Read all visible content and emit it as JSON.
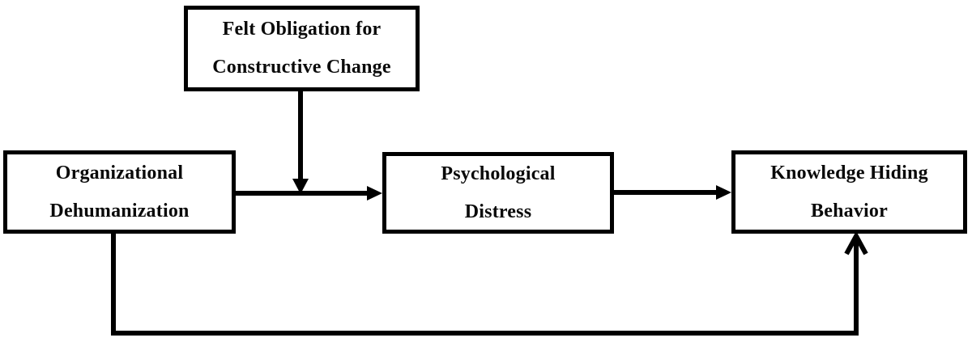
{
  "diagram": {
    "boxes": {
      "moderator": {
        "line1": "Felt Obligation for",
        "line2": "Constructive Change"
      },
      "independent": {
        "line1": "Organizational",
        "line2": "Dehumanization"
      },
      "mediator": {
        "line1": "Psychological",
        "line2": "Distress"
      },
      "dependent": {
        "line1": "Knowledge Hiding",
        "line2": "Behavior"
      }
    },
    "relations": [
      "Organizational Dehumanization -> Psychological Distress",
      "Psychological Distress -> Knowledge Hiding Behavior",
      "Organizational Dehumanization -> Knowledge Hiding Behavior (direct path)",
      "Felt Obligation for Constructive Change moderates Organizational Dehumanization -> Psychological Distress"
    ],
    "colors": {
      "line": "#000000",
      "box_border": "#000000",
      "text": "#0a0a0a",
      "background": "#ffffff"
    }
  }
}
